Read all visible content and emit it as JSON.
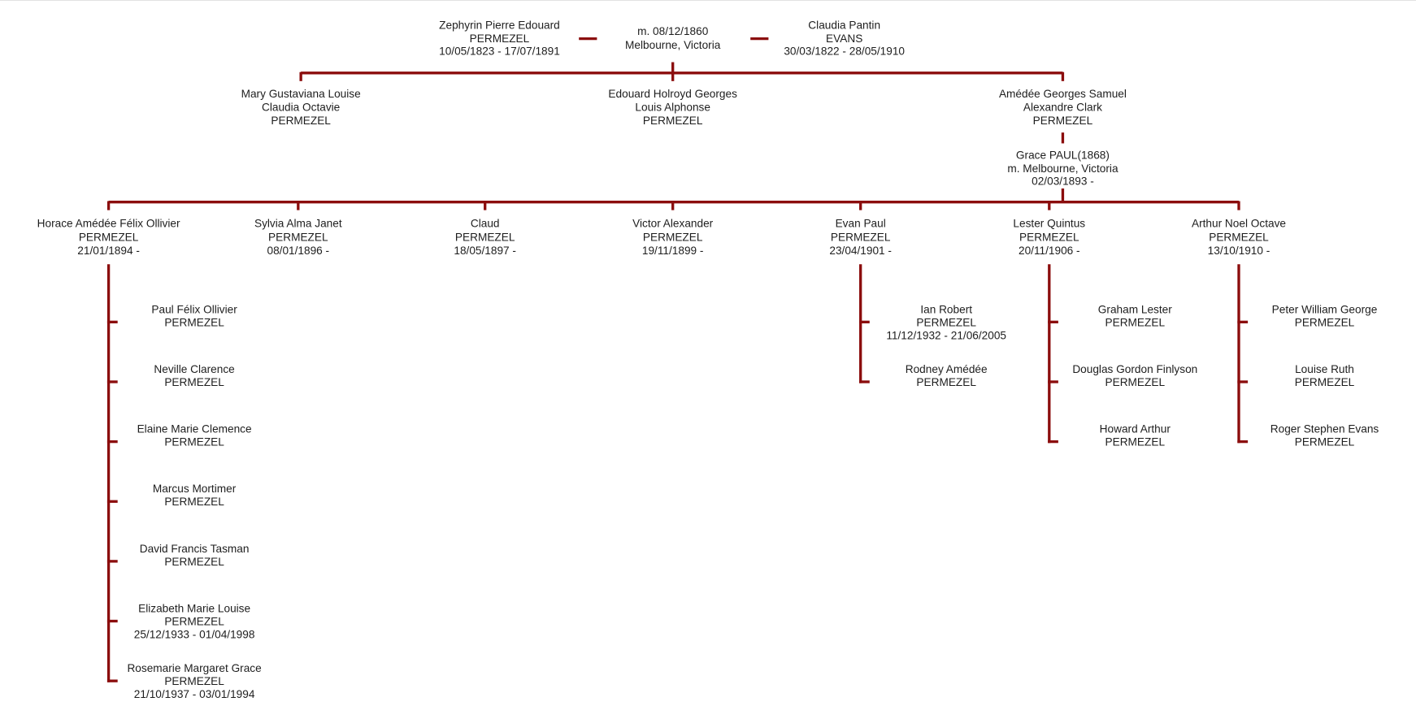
{
  "colors": {
    "line": "#8b0d0d",
    "text": "#1e1e1e"
  },
  "root": {
    "husband": [
      "Zephyrin Pierre Edouard",
      "PERMEZEL",
      "10/05/1823 - 17/07/1891"
    ],
    "marriage": [
      "m. 08/12/1860",
      "Melbourne, Victoria"
    ],
    "wife": [
      "Claudia Pantin",
      "EVANS",
      "30/03/1822 - 28/05/1910"
    ]
  },
  "children": [
    [
      "Mary Gustaviana Louise",
      "Claudia Octavie",
      "PERMEZEL"
    ],
    [
      "Edouard Holroyd Georges",
      "Louis Alphonse",
      "PERMEZEL"
    ],
    [
      "Amédée Georges Samuel",
      "Alexandre Clark",
      "PERMEZEL"
    ]
  ],
  "spouse": [
    "Grace PAUL(1868)",
    "m. Melbourne, Victoria",
    "02/03/1893 -"
  ],
  "grandchildren": [
    {
      "lines": [
        "Horace Amédée Félix Ollivier",
        "PERMEZEL",
        "21/01/1894 -"
      ],
      "children": [
        [
          "Paul Félix Ollivier",
          "PERMEZEL"
        ],
        [
          "Neville Clarence",
          "PERMEZEL"
        ],
        [
          "Elaine Marie Clemence",
          "PERMEZEL"
        ],
        [
          "Marcus Mortimer",
          "PERMEZEL"
        ],
        [
          "David Francis Tasman",
          "PERMEZEL"
        ],
        [
          "Elizabeth Marie Louise",
          "PERMEZEL",
          "25/12/1933 - 01/04/1998"
        ],
        [
          "Rosemarie Margaret Grace",
          "PERMEZEL",
          "21/10/1937 - 03/01/1994"
        ]
      ]
    },
    {
      "lines": [
        "Sylvia Alma Janet",
        "PERMEZEL",
        "08/01/1896 -"
      ],
      "children": []
    },
    {
      "lines": [
        "Claud",
        "PERMEZEL",
        "18/05/1897 -"
      ],
      "children": []
    },
    {
      "lines": [
        "Victor Alexander",
        "PERMEZEL",
        "19/11/1899 -"
      ],
      "children": []
    },
    {
      "lines": [
        "Evan Paul",
        "PERMEZEL",
        "23/04/1901 -"
      ],
      "children": [
        [
          "Ian Robert",
          "PERMEZEL",
          "11/12/1932 - 21/06/2005"
        ],
        [
          "Rodney Amédée",
          "PERMEZEL"
        ]
      ]
    },
    {
      "lines": [
        "Lester Quintus",
        "PERMEZEL",
        "20/11/1906 -"
      ],
      "children": [
        [
          "Graham Lester",
          "PERMEZEL"
        ],
        [
          "Douglas Gordon Finlyson",
          "PERMEZEL"
        ],
        [
          "Howard Arthur",
          "PERMEZEL"
        ]
      ]
    },
    {
      "lines": [
        "Arthur Noel Octave",
        "PERMEZEL",
        "13/10/1910 -"
      ],
      "children": [
        [
          "Peter William George",
          "PERMEZEL"
        ],
        [
          "Louise Ruth",
          "PERMEZEL"
        ],
        [
          "Roger Stephen Evans",
          "PERMEZEL"
        ]
      ]
    }
  ]
}
